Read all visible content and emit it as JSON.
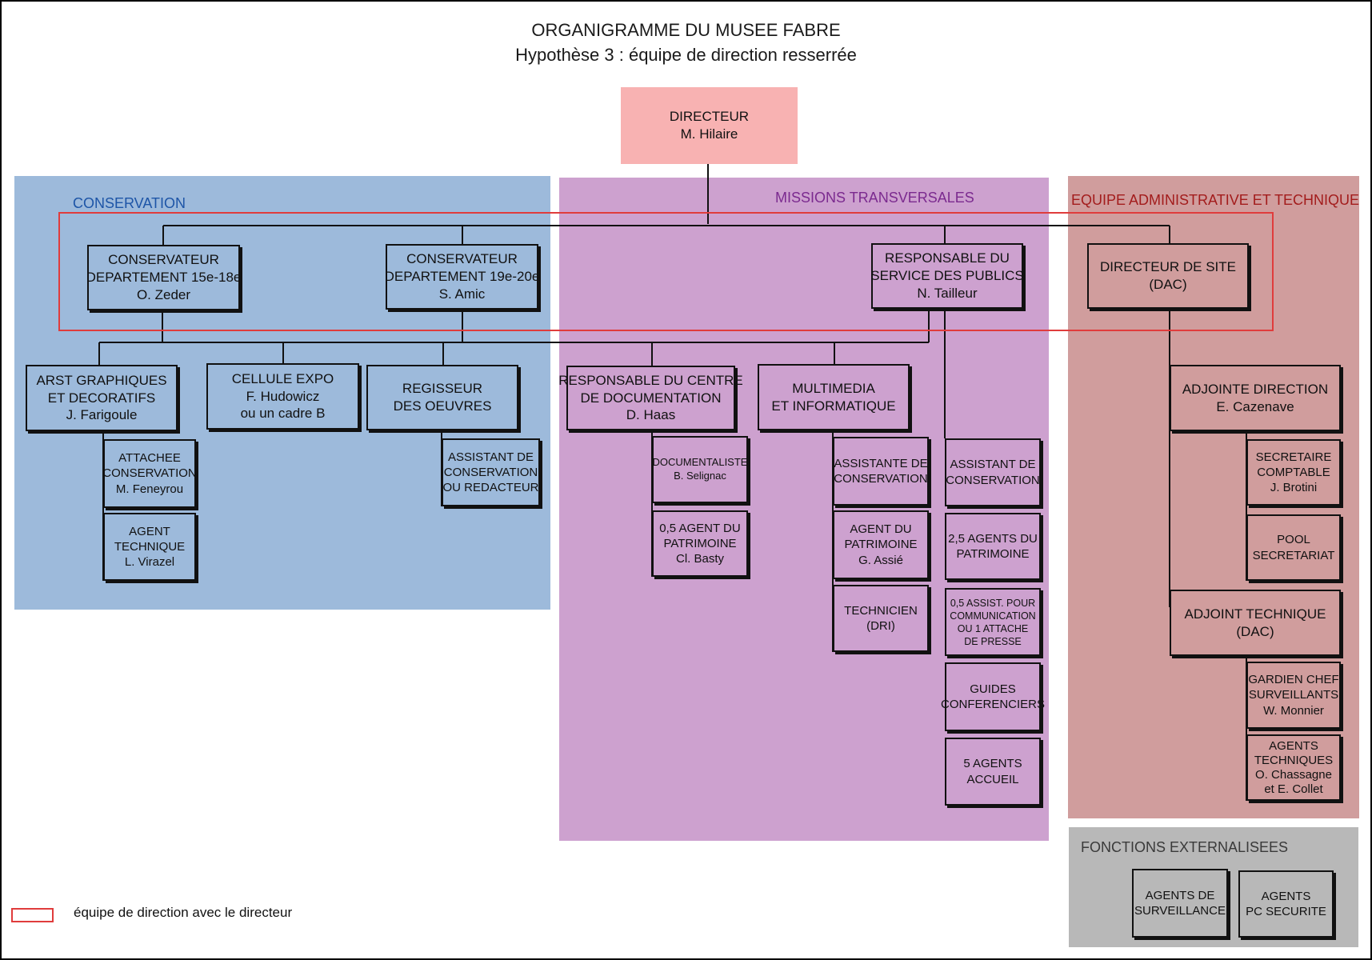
{
  "header": {
    "title": "ORGANIGRAMME DU MUSEE FABRE",
    "subtitle": "Hypothèse 3 : équipe de direction resserrée"
  },
  "colors": {
    "director": "#f8b2b2",
    "conservation": "#9dbadb",
    "missions": "#cda1cf",
    "admin": "#d09d9d",
    "externalised": "#b8b8b8",
    "team_outline": "#e03c3c"
  },
  "zones": {
    "conservation": "CONSERVATION",
    "missions": "MISSIONS TRANSVERSALES",
    "admin": "EQUIPE ADMINISTRATIVE ET TECHNIQUE",
    "externalised": "FONCTIONS EXTERNALISEES"
  },
  "boxes": {
    "directeur": [
      "DIRECTEUR",
      "M. Hilaire"
    ],
    "cons_15_18": [
      "CONSERVATEUR",
      "DEPARTEMENT 15e-18e",
      "O. Zeder"
    ],
    "cons_19_20": [
      "CONSERVATEUR",
      "DEPARTEMENT 19e-20e",
      "S. Amic"
    ],
    "resp_publics": [
      "RESPONSABLE DU",
      "SERVICE DES PUBLICS",
      "N. Tailleur"
    ],
    "dir_site": [
      "DIRECTEUR DE SITE",
      "(DAC)"
    ],
    "arts_graphiques": [
      "ARST GRAPHIQUES",
      "ET DECORATIFS",
      "J. Farigoule"
    ],
    "cellule_expo": [
      "CELLULE EXPO",
      "F. Hudowicz",
      "ou un cadre B"
    ],
    "regisseur": [
      "REGISSEUR",
      "DES OEUVRES"
    ],
    "attachee_cons": [
      "ATTACHEE",
      "CONSERVATION",
      "M. Feneyrou"
    ],
    "agent_tech_virazel": [
      "AGENT",
      "TECHNIQUE",
      "L. Virazel"
    ],
    "assistant_redacteur": [
      "ASSISTANT DE",
      "CONSERVATION",
      "OU REDACTEUR"
    ],
    "resp_documentation": [
      "RESPONSABLE DU CENTRE",
      "DE DOCUMENTATION",
      "D. Haas"
    ],
    "multimedia": [
      "MULTIMEDIA",
      "ET INFORMATIQUE"
    ],
    "documentaliste": [
      "DOCUMENTALISTE",
      "B. Selignac"
    ],
    "agent_patrimoine_basty": [
      "0,5 AGENT DU",
      "PATRIMOINE",
      "Cl. Basty"
    ],
    "assistante_cons": [
      "ASSISTANTE DE",
      "CONSERVATION"
    ],
    "agent_patrimoine_assie": [
      "AGENT DU",
      "PATRIMOINE",
      "G. Assié"
    ],
    "technicien": [
      "TECHNICIEN",
      "(DRI)"
    ],
    "assistant_cons_publics": [
      "ASSISTANT DE",
      "CONSERVATION"
    ],
    "agents_patrimoine_25": [
      "2,5 AGENTS DU",
      "PATRIMOINE"
    ],
    "assist_communication": [
      "0,5 ASSIST. POUR",
      "COMMUNICATION",
      "OU 1 ATTACHE",
      "DE PRESSE"
    ],
    "guides": [
      "GUIDES",
      "CONFERENCIERS"
    ],
    "agents_accueil": [
      "5 AGENTS",
      "ACCUEIL"
    ],
    "adjointe_direction": [
      "ADJOINTE DIRECTION",
      "E. Cazenave"
    ],
    "secretaire": [
      "SECRETAIRE",
      "COMPTABLE",
      "J. Brotini"
    ],
    "pool_secretariat": [
      "POOL",
      "SECRETARIAT"
    ],
    "adjoint_technique": [
      "ADJOINT TECHNIQUE",
      "(DAC)"
    ],
    "gardien_chef": [
      "GARDIEN CHEF",
      "SURVEILLANTS",
      "W. Monnier"
    ],
    "agents_techniques": [
      "AGENTS",
      "TECHNIQUES",
      "O. Chassagne",
      "et E. Collet"
    ],
    "agents_surveillance": [
      "AGENTS DE",
      "SURVEILLANCE"
    ],
    "agents_pc": [
      "AGENTS",
      "PC SECURITE"
    ]
  },
  "legend": {
    "label": "équipe de direction avec le directeur"
  }
}
